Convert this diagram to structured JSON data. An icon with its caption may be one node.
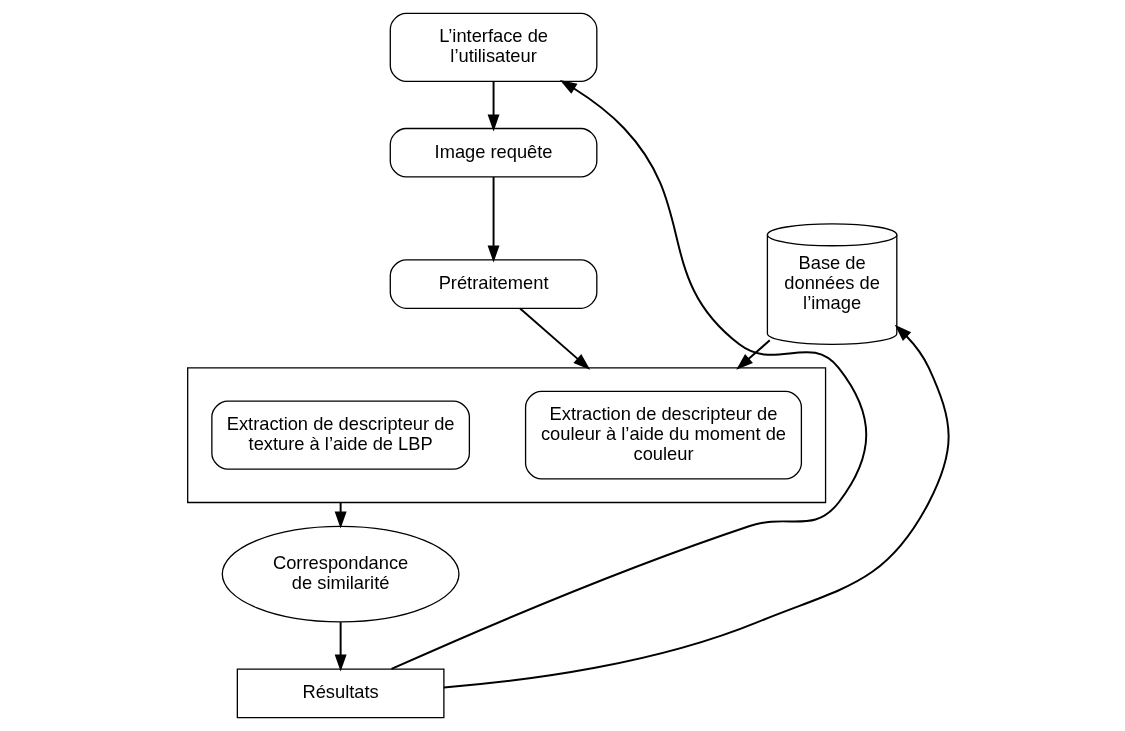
{
  "diagram": {
    "nodes": [
      {
        "text": [
          "L’interface de l’utilisateur"
        ]
      },
      {
        "text": [
          "Image requête"
        ]
      },
      {
        "text": [
          "Prétraitement"
        ]
      },
      {
        "text": [],
        "shape": "box"
      },
      {
        "text": [
          "Extraction de descripteur de couleur à l’aide du moment de couleur"
        ],
        "in": 3
      },
      {
        "text": [
          "Extraction de descripteur de texture à l’aide de LBP"
        ],
        "in": 3
      },
      {
        "text": [
          "Base de données de l’image"
        ]
      },
      {
        "text": [
          "Correspondance de similarité"
        ]
      },
      {
        "text": [
          "Résultats"
        ]
      }
    ],
    "edges": [
      {
        "from": 0,
        "to": 1,
        "arrow": "to"
      },
      {
        "from": 1,
        "to": 2,
        "arrow": "to"
      },
      {
        "from": 2,
        "to": 3,
        "arrow": "to"
      },
      {
        "from": 6,
        "to": 3,
        "arrow": "to"
      },
      {
        "from": 3,
        "to": 7,
        "arrow": "to"
      },
      {
        "from": 7,
        "to": 8,
        "arrow": "to"
      },
      {
        "from": 8,
        "to": 0,
        "arrow": "to"
      },
      {
        "from": 8,
        "to": 6,
        "arrow": "to"
      }
    ]
  }
}
